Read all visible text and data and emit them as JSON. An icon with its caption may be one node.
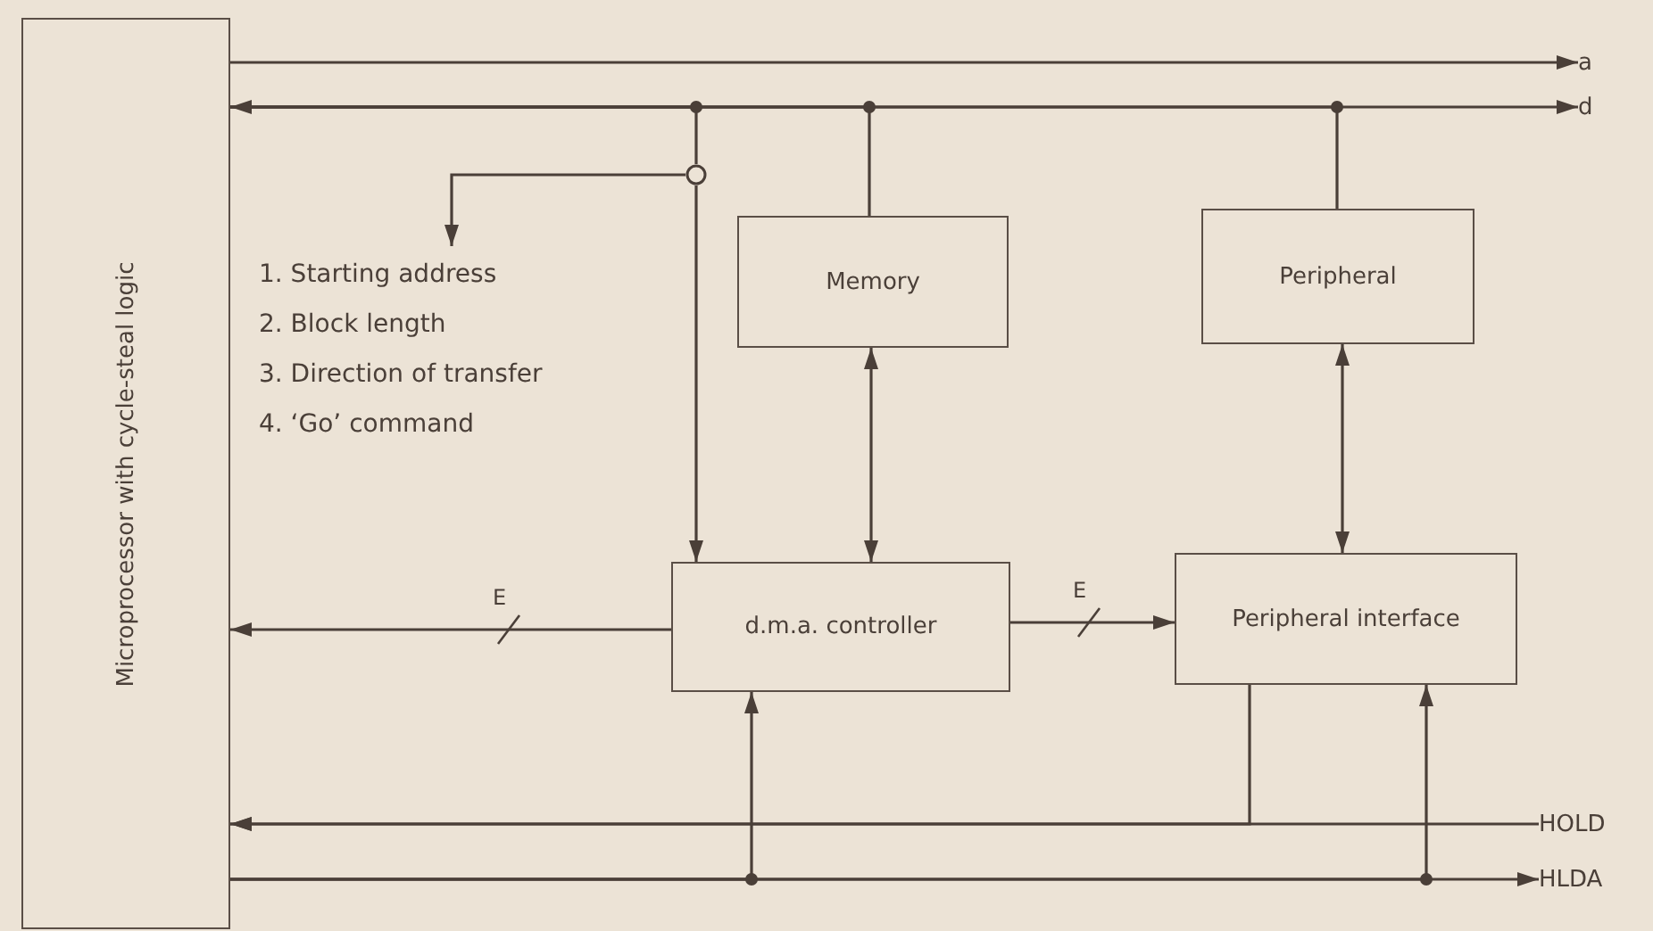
{
  "diagram": {
    "nodes": [
      {
        "text": [
          "Microprocessor with cycle-steal logic"
        ]
      },
      {
        "text": [
          "a"
        ]
      },
      {
        "text": [
          "d"
        ]
      },
      {
        "text": [],
        "shape": "circle"
      },
      {
        "text": [
          "1. Starting address",
          "2. Block length",
          "3. Direction of transfer",
          "4. ‘Go’ command"
        ]
      },
      {
        "text": [
          "Memory"
        ]
      },
      {
        "text": [
          "Peripheral"
        ]
      },
      {
        "text": [
          "d.m.a. controller"
        ]
      },
      {
        "text": [
          "Peripheral interface"
        ]
      },
      {
        "text": [
          "HOLD"
        ]
      },
      {
        "text": [
          "HLDA"
        ]
      }
    ],
    "edges": [
      {
        "from": 0,
        "to": 1,
        "arrow": "to"
      },
      {
        "from": 0,
        "to": 2,
        "arrow": "both"
      },
      {
        "from": 0,
        "to": 3,
        "arrow": "none"
      },
      {
        "from": 3,
        "to": 7,
        "arrow": "to"
      },
      {
        "from": 3,
        "to": 4,
        "arrow": "to"
      },
      {
        "from": 0,
        "to": 5,
        "arrow": "none"
      },
      {
        "from": 0,
        "to": 6,
        "arrow": "none"
      },
      {
        "from": 5,
        "to": 7,
        "arrow": "both"
      },
      {
        "from": 6,
        "to": 8,
        "arrow": "both"
      },
      {
        "from": 7,
        "to": 0,
        "arrow": "to",
        "label": "E"
      },
      {
        "from": 7,
        "to": 8,
        "arrow": "to",
        "label": "E"
      },
      {
        "from": 8,
        "to": 0,
        "arrow": "to"
      },
      {
        "from": 9,
        "to": 0,
        "arrow": "to"
      },
      {
        "from": 0,
        "to": 10,
        "arrow": "to"
      },
      {
        "from": 0,
        "to": 7,
        "arrow": "to"
      },
      {
        "from": 0,
        "to": 8,
        "arrow": "to"
      }
    ]
  }
}
